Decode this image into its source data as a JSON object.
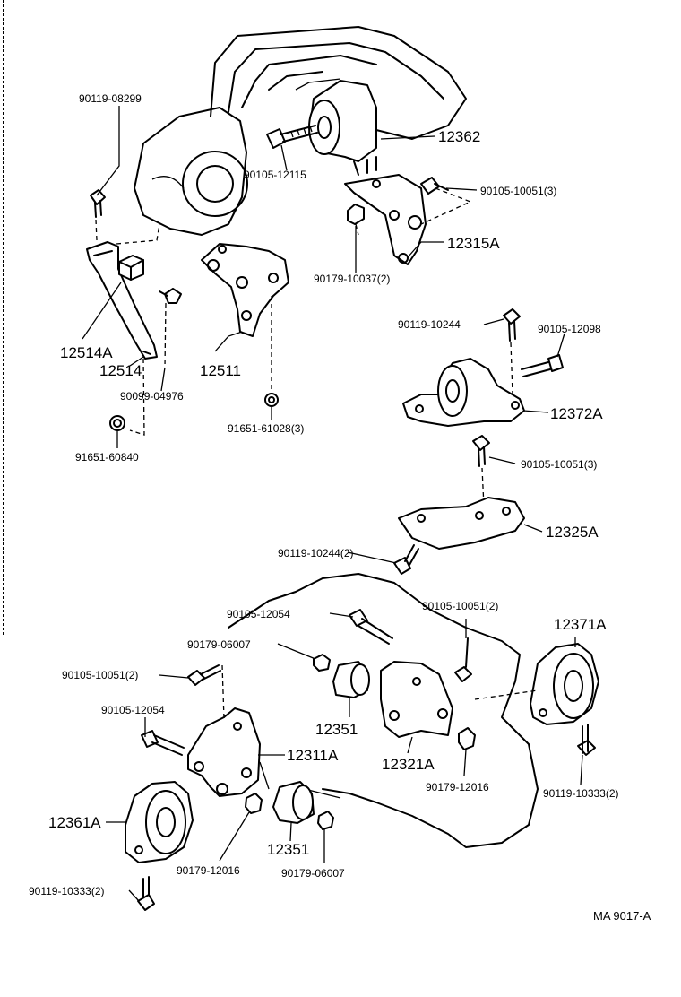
{
  "diagram_code": "MA 9017-A",
  "labels": {
    "l_90119_08299": "90119-08299",
    "l_90105_12115": "90105-12115",
    "l_12362": "12362",
    "l_90105_10051_3_top": "90105-10051(3)",
    "l_12315A": "12315A",
    "l_90179_10037_2": "90179-10037(2)",
    "l_12514A": "12514A",
    "l_12514": "12514",
    "l_12511": "12511",
    "l_90099_04976": "90099-04976",
    "l_91651_61028_3": "91651-61028(3)",
    "l_91651_60840": "91651-60840",
    "l_90119_10244_top": "90119-10244",
    "l_90105_12098": "90105-12098",
    "l_12372A": "12372A",
    "l_90105_10051_3_mid": "90105-10051(3)",
    "l_12325A": "12325A",
    "l_90119_10244_2": "90119-10244(2)",
    "l_90105_12054_a": "90105-12054",
    "l_90105_10051_2_right": "90105-10051(2)",
    "l_12371A": "12371A",
    "l_90179_06007_a": "90179-06007",
    "l_90105_10051_2_left": "90105-10051(2)",
    "l_90105_12054_b": "90105-12054",
    "l_12311A": "12311A",
    "l_12351_a": "12351",
    "l_12321A": "12321A",
    "l_90179_12016_a": "90179-12016",
    "l_90119_10333_2_right": "90119-10333(2)",
    "l_12361A": "12361A",
    "l_12351_b": "12351",
    "l_90179_12016_b": "90179-12016",
    "l_90179_06007_b": "90179-06007",
    "l_90119_10333_2_left": "90119-10333(2)"
  }
}
